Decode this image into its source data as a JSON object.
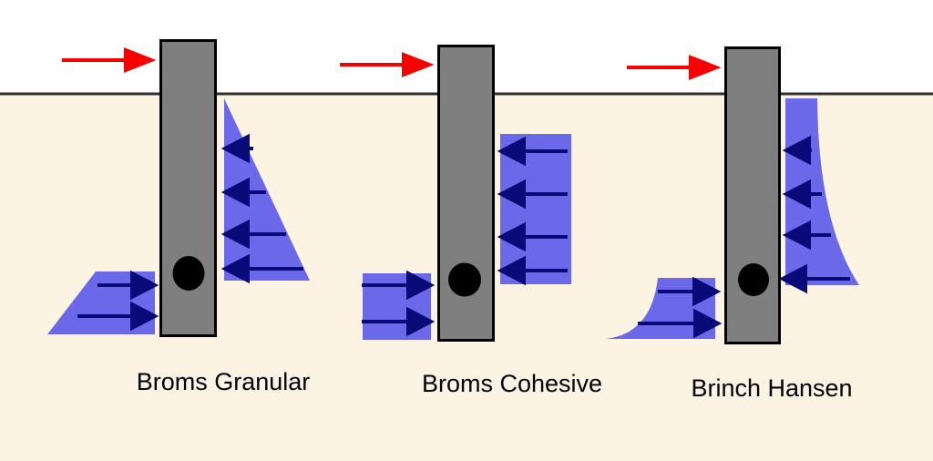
{
  "colors": {
    "sky": "#ffffff",
    "soil": "#fdf3e2",
    "ground-line": "#2e2e2e",
    "pile-fill": "#7f7f7f",
    "pile-stroke": "#000000",
    "pressure-fill": "#6b69ea",
    "pressure-arrow": "#0a0a78",
    "load-arrow": "#f60000",
    "pivot": "#000000",
    "label": "#000000"
  },
  "diagrams": [
    {
      "label": "Broms Granular"
    },
    {
      "label": "Broms Cohesive"
    },
    {
      "label": "Brinch Hansen"
    }
  ]
}
